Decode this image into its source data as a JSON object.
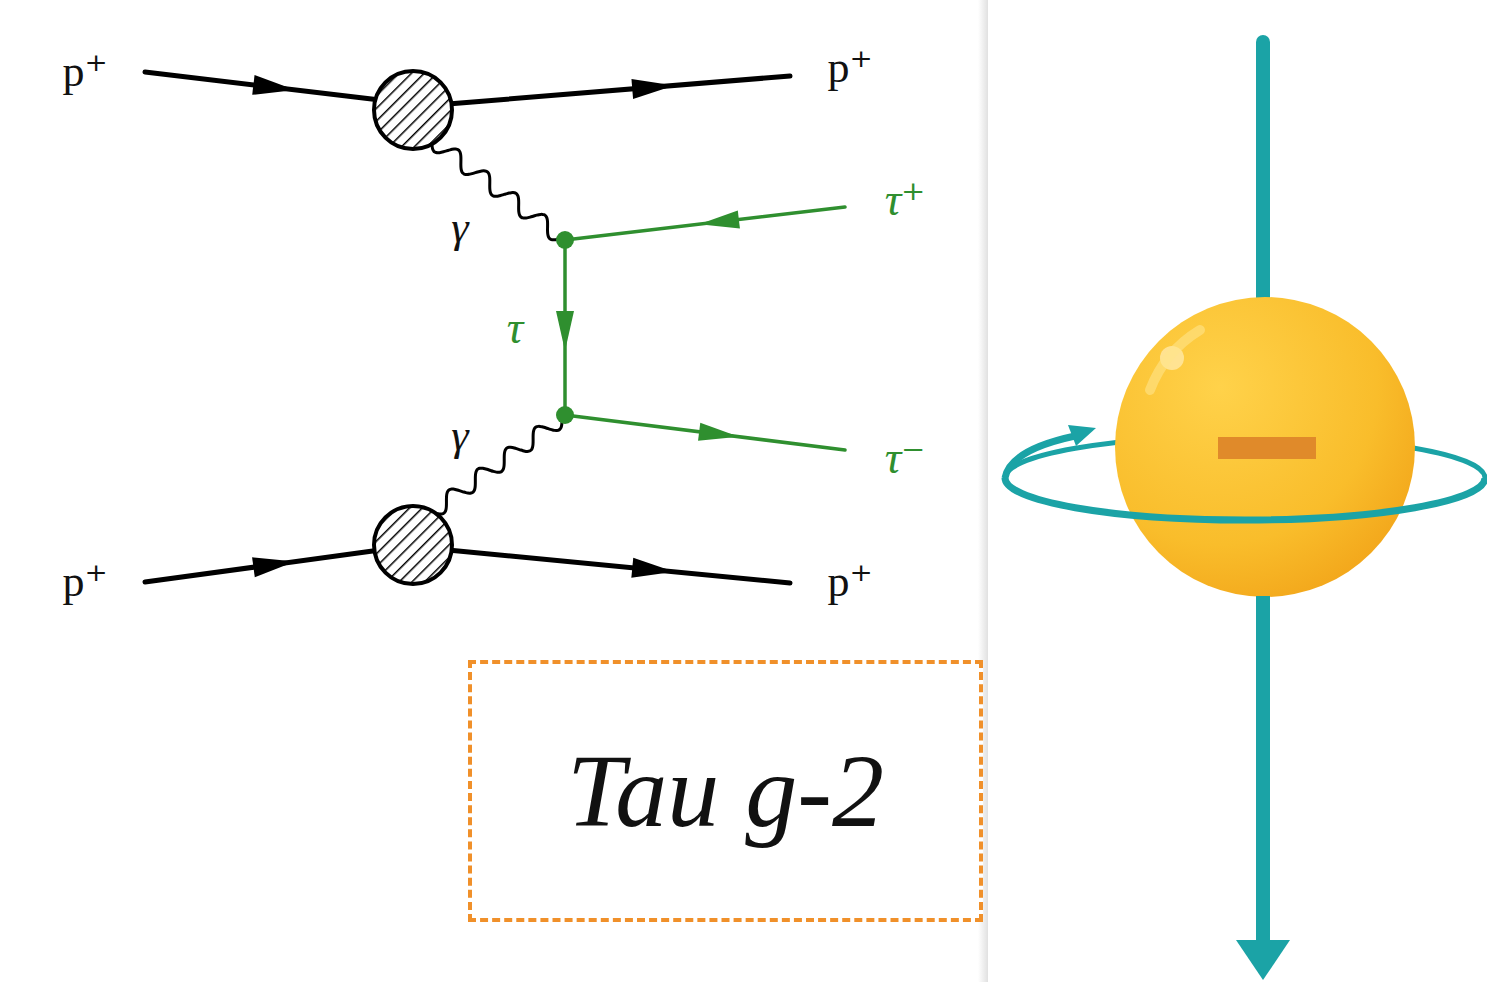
{
  "diagram": {
    "nodes": [
      {
        "text": [
          "Tau g-2"
        ]
      }
    ],
    "labels": [
      "p⁺",
      "p⁺",
      "p⁺",
      "p⁺",
      "γ",
      "γ",
      "τ⁺",
      "τ",
      "τ⁻"
    ]
  }
}
